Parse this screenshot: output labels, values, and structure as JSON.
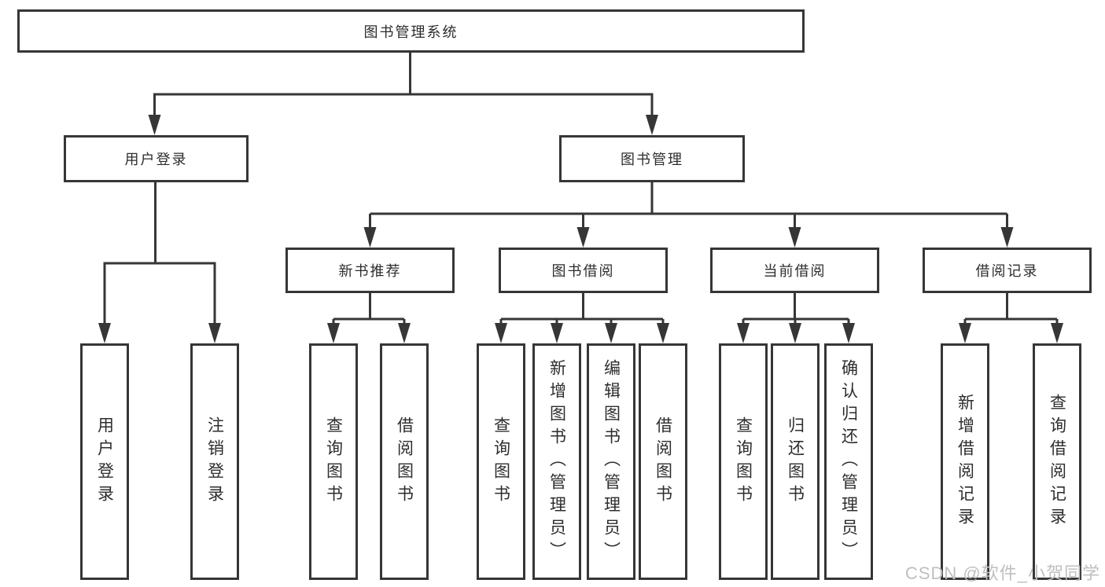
{
  "watermark": "CSDN @软件_小贺同学",
  "colors": {
    "line": "#363636",
    "box_border": "#363636",
    "box_fill": "#ffffff",
    "text": "#2d2d2d",
    "watermark": "#bfbfbf"
  },
  "tree": {
    "root": {
      "label": "图书管理系统"
    },
    "branches": [
      {
        "label": "用户登录",
        "children": [
          {
            "label": "用户登录"
          },
          {
            "label": "注销登录"
          }
        ]
      },
      {
        "label": "图书管理",
        "children": [
          {
            "label": "新书推荐",
            "children": [
              {
                "label": "查询图书"
              },
              {
                "label": "借阅图书"
              }
            ]
          },
          {
            "label": "图书借阅",
            "children": [
              {
                "label": "查询图书"
              },
              {
                "label": "新增图书（管理员）"
              },
              {
                "label": "编辑图书（管理员）"
              },
              {
                "label": "借阅图书"
              }
            ]
          },
          {
            "label": "当前借阅",
            "children": [
              {
                "label": "查询图书"
              },
              {
                "label": "归还图书"
              },
              {
                "label": "确认归还（管理员）"
              }
            ]
          },
          {
            "label": "借阅记录",
            "children": [
              {
                "label": "新增借阅记录"
              },
              {
                "label": "查询借阅记录"
              }
            ]
          }
        ]
      }
    ]
  }
}
